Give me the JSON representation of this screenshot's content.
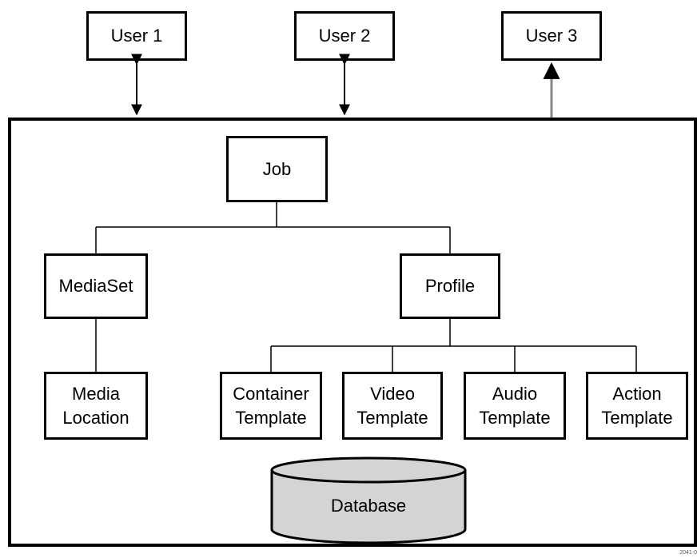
{
  "users": [
    {
      "id": "user1",
      "label": "User 1"
    },
    {
      "id": "user2",
      "label": "User 2"
    },
    {
      "id": "user3",
      "label": "User 3"
    }
  ],
  "nodes": {
    "job": "Job",
    "mediaset": "MediaSet",
    "profile": "Profile",
    "media_location": "Media\nLocation",
    "container_template": "Container\nTemplate",
    "video_template": "Video\nTemplate",
    "audio_template": "Audio\nTemplate",
    "action_template": "Action\nTemplate",
    "database": "Database"
  },
  "figure_code": "2041-0"
}
